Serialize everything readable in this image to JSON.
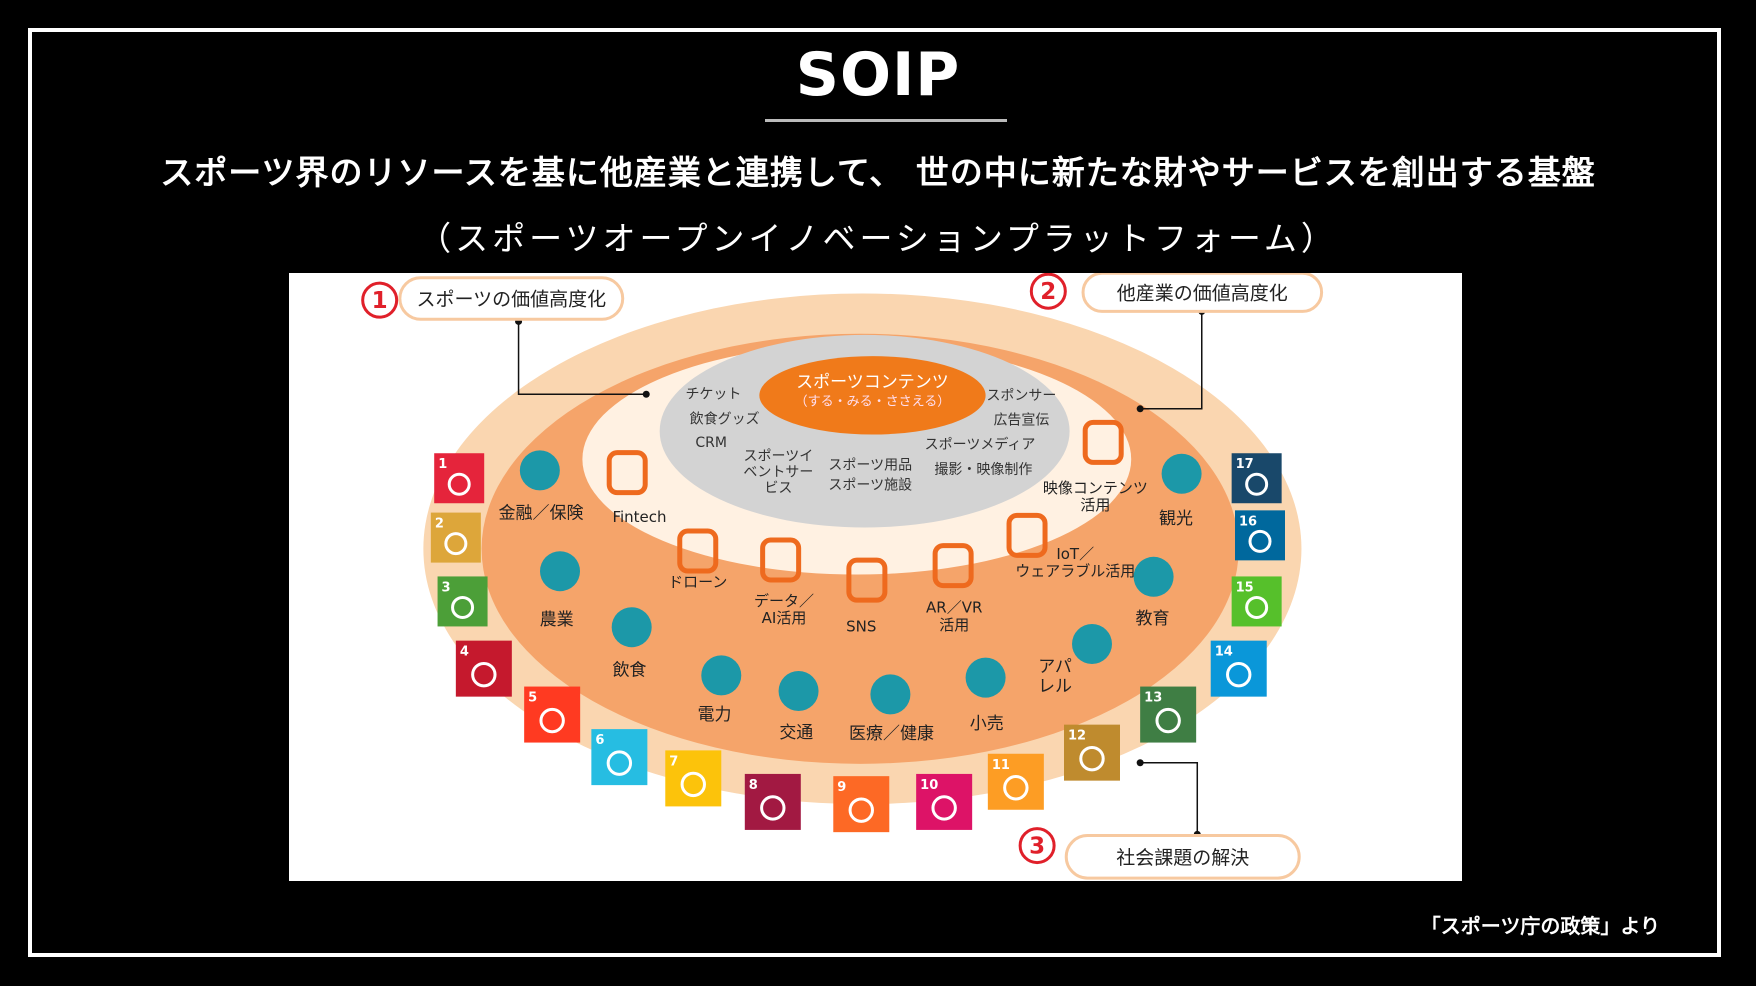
{
  "slide": {
    "title": "SOIP",
    "subtitle": "スポーツ界のリソースを基に他産業と連携して、 世の中に新たな財やサービスを創出する基盤",
    "subtitle_paren": "（スポーツオープンイノベーションプラットフォーム）",
    "source": "「スポーツ庁の政策」より"
  },
  "diagram": {
    "core": {
      "title": "スポーツコンテンツ",
      "sub": "（する・みる・ささえる）"
    },
    "callouts": [
      {
        "num": "1",
        "label": "スポーツの価値高度化"
      },
      {
        "num": "2",
        "label": "他産業の価値高度化"
      },
      {
        "num": "3",
        "label": "社会課題の解決"
      }
    ],
    "gray_items": [
      [
        "チケット"
      ],
      [
        "飲食グッズ"
      ],
      [
        "CRM"
      ],
      [
        "スポーツイ",
        "ベントサー",
        "ビス"
      ],
      [
        "スポーツ用品"
      ],
      [
        "スポーツ施設"
      ],
      [
        "スポンサー"
      ],
      [
        "広告宣伝"
      ],
      [
        "スポーツメディア"
      ],
      [
        "撮影・映像制作"
      ]
    ],
    "tech_items": [
      [
        "Fintech"
      ],
      [
        "ドローン"
      ],
      [
        "データ／",
        "AI活用"
      ],
      [
        "SNS"
      ],
      [
        "AR／VR",
        "活用"
      ],
      [
        "IoT／",
        "ウェアラブル活用"
      ],
      [
        "映像コンテンツ",
        "活用"
      ]
    ],
    "industry_items": [
      [
        "金融／保険"
      ],
      [
        "農業"
      ],
      [
        "飲食"
      ],
      [
        "電力"
      ],
      [
        "交通"
      ],
      [
        "医療／健康"
      ],
      [
        "小売"
      ],
      [
        "アパ",
        "レル"
      ],
      [
        "教育"
      ],
      [
        "観光"
      ]
    ],
    "sdgs": [
      {
        "num": "1",
        "color": "#E5243B"
      },
      {
        "num": "2",
        "color": "#DDA63A"
      },
      {
        "num": "3",
        "color": "#4C9F38"
      },
      {
        "num": "4",
        "color": "#C5192D"
      },
      {
        "num": "5",
        "color": "#FF3A21"
      },
      {
        "num": "6",
        "color": "#26BDE2"
      },
      {
        "num": "7",
        "color": "#FCC30B"
      },
      {
        "num": "8",
        "color": "#A21942"
      },
      {
        "num": "9",
        "color": "#FD6925"
      },
      {
        "num": "10",
        "color": "#DD1367"
      },
      {
        "num": "11",
        "color": "#FD9D24"
      },
      {
        "num": "12",
        "color": "#BF8B2E"
      },
      {
        "num": "13",
        "color": "#3F7E44"
      },
      {
        "num": "14",
        "color": "#0A97D9"
      },
      {
        "num": "15",
        "color": "#56C02B"
      },
      {
        "num": "16",
        "color": "#00689D"
      },
      {
        "num": "17",
        "color": "#19486A"
      }
    ],
    "colors": {
      "outer": "#FAD6B0",
      "middle": "#F5A46A",
      "inner": "#FFF1E2",
      "gray": "#D3D3D3",
      "core": "#F07A1A",
      "teal": "#1C98A8",
      "tech": "#EE6A1E",
      "red": "#E0202A"
    }
  }
}
